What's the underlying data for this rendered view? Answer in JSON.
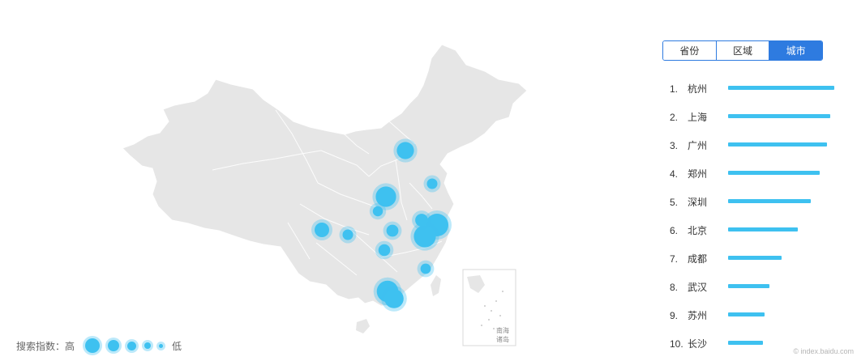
{
  "tabs": [
    {
      "label": "省份",
      "active": false
    },
    {
      "label": "区域",
      "active": false
    },
    {
      "label": "城市",
      "active": true
    }
  ],
  "ranking": [
    {
      "rank": "1.",
      "city": "杭州",
      "value": 100
    },
    {
      "rank": "2.",
      "city": "上海",
      "value": 96
    },
    {
      "rank": "3.",
      "city": "广州",
      "value": 93
    },
    {
      "rank": "4.",
      "city": "郑州",
      "value": 86
    },
    {
      "rank": "5.",
      "city": "深圳",
      "value": 78
    },
    {
      "rank": "6.",
      "city": "北京",
      "value": 66
    },
    {
      "rank": "7.",
      "city": "成都",
      "value": 50
    },
    {
      "rank": "8.",
      "city": "武汉",
      "value": 39
    },
    {
      "rank": "9.",
      "city": "苏州",
      "value": 34
    },
    {
      "rank": "10.",
      "city": "长沙",
      "value": 33
    }
  ],
  "legend": {
    "label": "搜索指数：高",
    "low_label": "低",
    "levels": [
      5,
      4,
      3,
      2,
      1
    ]
  },
  "inset": {
    "label_line1": "南海",
    "label_line2": "诸岛"
  },
  "watermark": "© index.baidu.com",
  "colors": {
    "accent": "#2e7be0",
    "bubble": "#3ec1f0",
    "land": "#e6e6e6",
    "border": "#ffffff"
  }
}
